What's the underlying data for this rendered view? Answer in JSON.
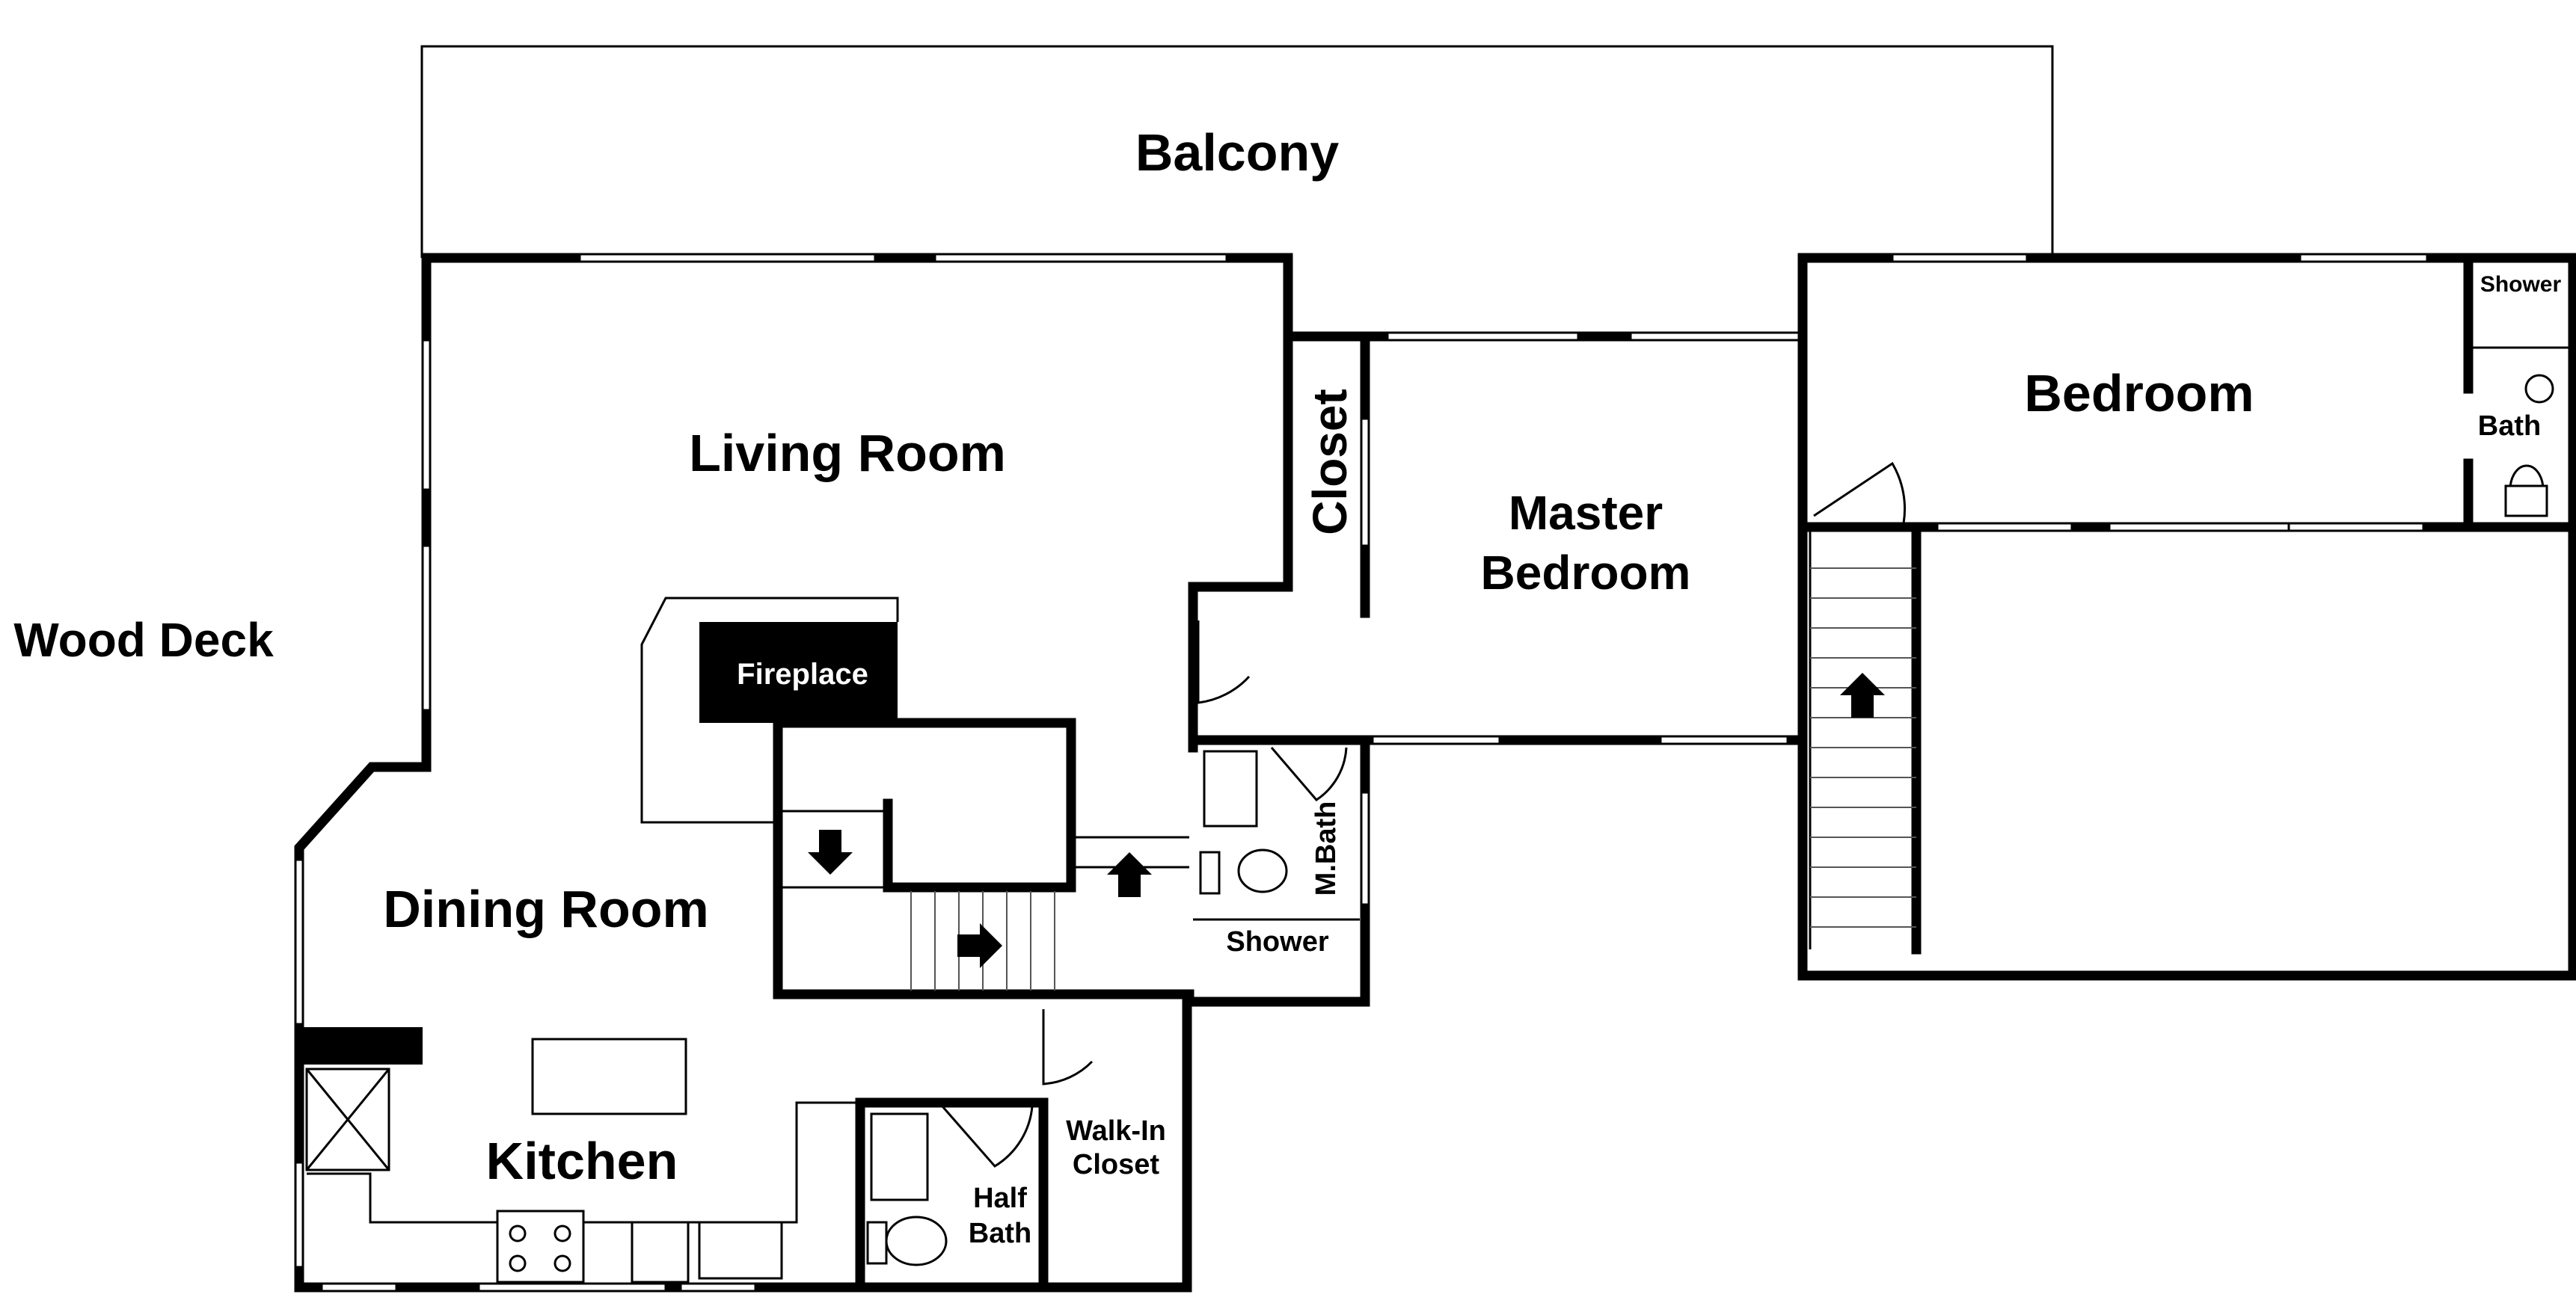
{
  "rooms": {
    "balcony": "Balcony",
    "living_room": "Living Room",
    "fireplace": "Fireplace",
    "wood_deck": "Wood Deck",
    "dining_room": "Dining Room",
    "kitchen": "Kitchen",
    "closet": "Closet",
    "master_bedroom_line1": "Master",
    "master_bedroom_line2": "Bedroom",
    "bedroom": "Bedroom",
    "shower_upper": "Shower",
    "bath_upper": "Bath",
    "m_bath": "M.Bath",
    "shower_mbath": "Shower",
    "half_bath_line1": "Half",
    "half_bath_line2": "Bath",
    "walk_in_closet_line1": "Walk-In",
    "walk_in_closet_line2": "Closet"
  }
}
